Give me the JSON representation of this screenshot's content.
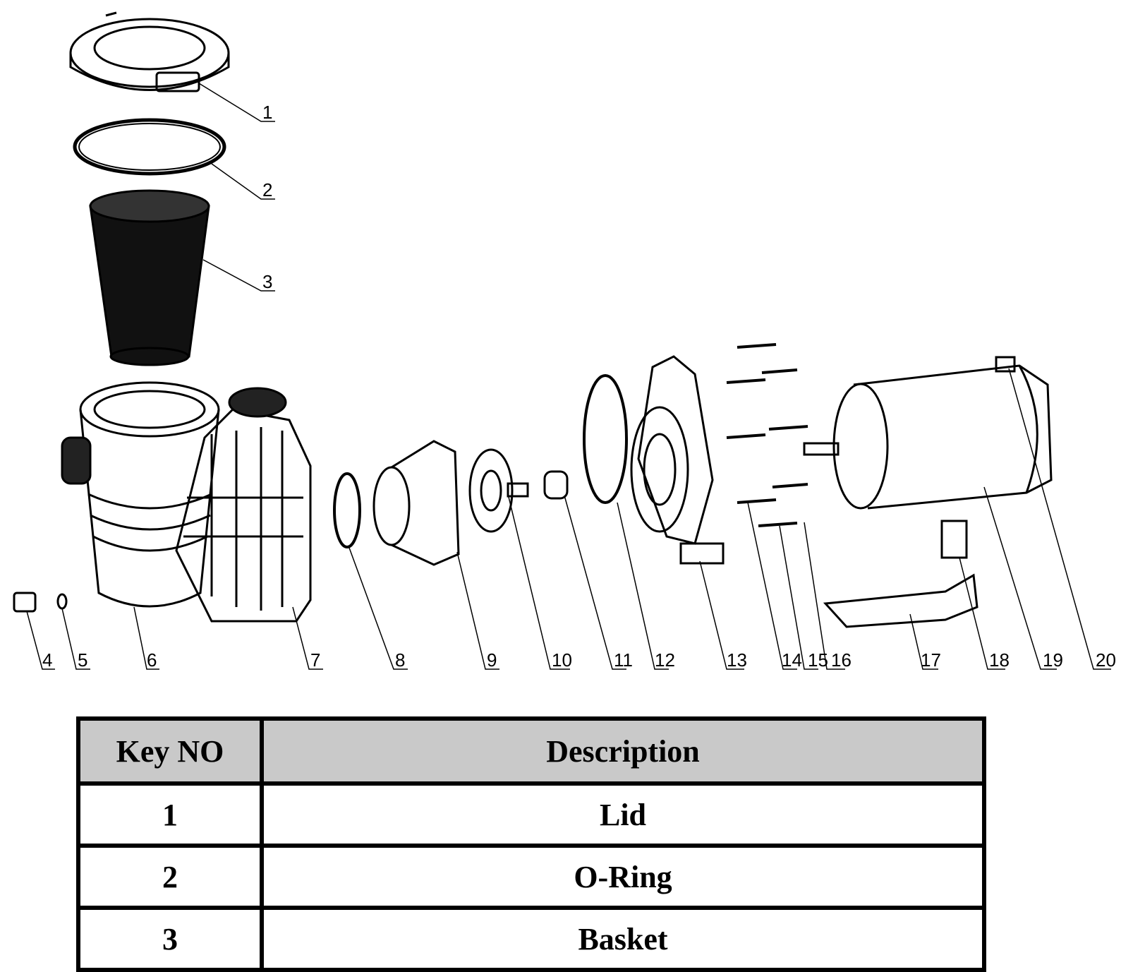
{
  "callouts": [
    "1",
    "2",
    "3",
    "4",
    "5",
    "6",
    "7",
    "8",
    "9",
    "10",
    "11",
    "12",
    "13",
    "14",
    "15",
    "16",
    "17",
    "18",
    "19",
    "20"
  ],
  "table": {
    "headers": [
      "Key NO",
      "Description"
    ],
    "rows": [
      {
        "key": "1",
        "description": "Lid"
      },
      {
        "key": "2",
        "description": "O-Ring"
      },
      {
        "key": "3",
        "description": "Basket"
      }
    ]
  }
}
